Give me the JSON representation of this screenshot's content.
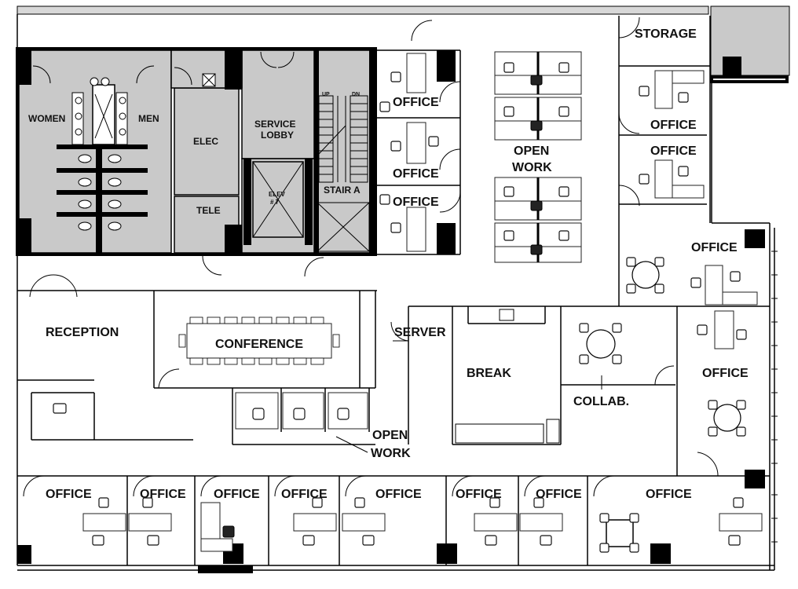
{
  "plan": {
    "rooms": {
      "storage": "STORAGE",
      "women": "WOMEN",
      "men": "MEN",
      "elec": "ELEC",
      "tele": "TELE",
      "service_lobby_1": "SERVICE",
      "service_lobby_2": "LOBBY",
      "elev_1": "ELEV",
      "elev_2": "# 7",
      "stair_up": "UP",
      "stair_dn": "DN",
      "stair": "STAIR A",
      "office": "OFFICE",
      "open_work_1": "OPEN",
      "open_work_2": "WORK",
      "reception": "RECEPTION",
      "conference": "CONFERENCE",
      "server": "SERVER",
      "break": "BREAK",
      "collab": "COLLAB."
    }
  },
  "colors": {
    "core_fill": "#c9c9c9",
    "wall": "#000000",
    "background": "#ffffff"
  }
}
